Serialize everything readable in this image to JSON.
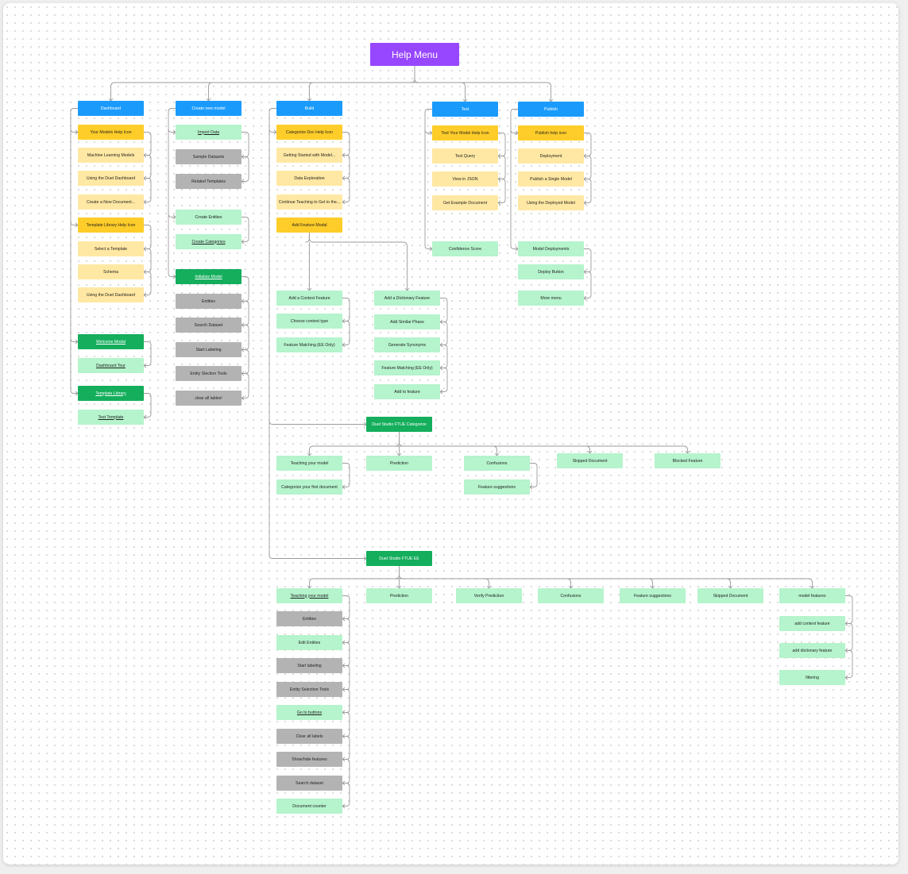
{
  "title": "Help Menu",
  "colors": {
    "purple": "#9747ff",
    "blue": "#1a9bfc",
    "yellow": "#ffcd29",
    "lightyellow": "#ffe8a3",
    "gray": "#b3b3b3",
    "lightgreen": "#b5f4cc",
    "darkgreen": "#14ae5c",
    "connector": "#9b9b9b"
  },
  "sections": {
    "dashboard": {
      "title": "Dashboard",
      "items": [
        "Your Models Help Icon",
        "Machine Learning Models",
        "Using the Duet Dashboard",
        "Create a New Document...",
        "Template Library Help Icon",
        "Select a Template",
        "Schema",
        "Using the Duet Dashboard",
        "Welcome Modal",
        "Dashboard Tour",
        "Template Library",
        "Test Template"
      ]
    },
    "create_model": {
      "title": "Create new model",
      "items": [
        "Import Data",
        "Sample Datasets",
        "Related Templates",
        "Create Entities",
        "Create Categories",
        "Initialize Model",
        "Entities",
        "Search Dataset",
        "Start Labeling",
        "Entity Slection Tools",
        "clear all lables!"
      ]
    },
    "build": {
      "title": "Build",
      "items": [
        "Categorize Doc Help Icon",
        "Getting Started with Model...",
        "Data Exploration",
        "Continue Teaching to Get to the...",
        "Add Feature Modal"
      ],
      "context": [
        "Add a Context Feature",
        "Choose context type",
        "Feature Matching (EE Only)"
      ],
      "dictionary": [
        "Add a Dictionary Feature",
        "Add Similar Phase",
        "Generate Synonyms",
        "Feature Matching (EE Only)",
        "Add to feature"
      ]
    },
    "test": {
      "title": "Test",
      "items": [
        "Test Your Model Help Icon",
        "Test Query",
        "View in JSON",
        "Get Example Document",
        "Confidence Score"
      ]
    },
    "publish": {
      "title": "Publish",
      "items": [
        "Publish help icon",
        "Deployment",
        "Publish a Single Model",
        "Using the Deployed Model",
        "Model Deployments",
        "Deploy Button",
        "More menu"
      ]
    },
    "ftue_categorize": {
      "title": "Duet Studio FTUE Categorize",
      "items": [
        "Teaching your model",
        "Categorize your first document",
        "Prediction",
        "Confusions",
        "Feature suggestions",
        "Skipped Document",
        "Blocked Feature"
      ]
    },
    "ftue_ee": {
      "title": "Duet Studio FTUE EE",
      "items": [
        "Teaching your model",
        "Entities",
        "Edit Entities",
        "Start labeling",
        "Entity Selection Tools",
        "Go to buttons",
        "Clear all labels",
        "Show/hide features",
        "Search dataset",
        "Document counter",
        "Prediction",
        "Verify Prediction",
        "Confusions",
        "Feature suggestions",
        "Skipped Document",
        "model features",
        "add context feature",
        "add dictionary feature",
        "filtering"
      ]
    }
  }
}
